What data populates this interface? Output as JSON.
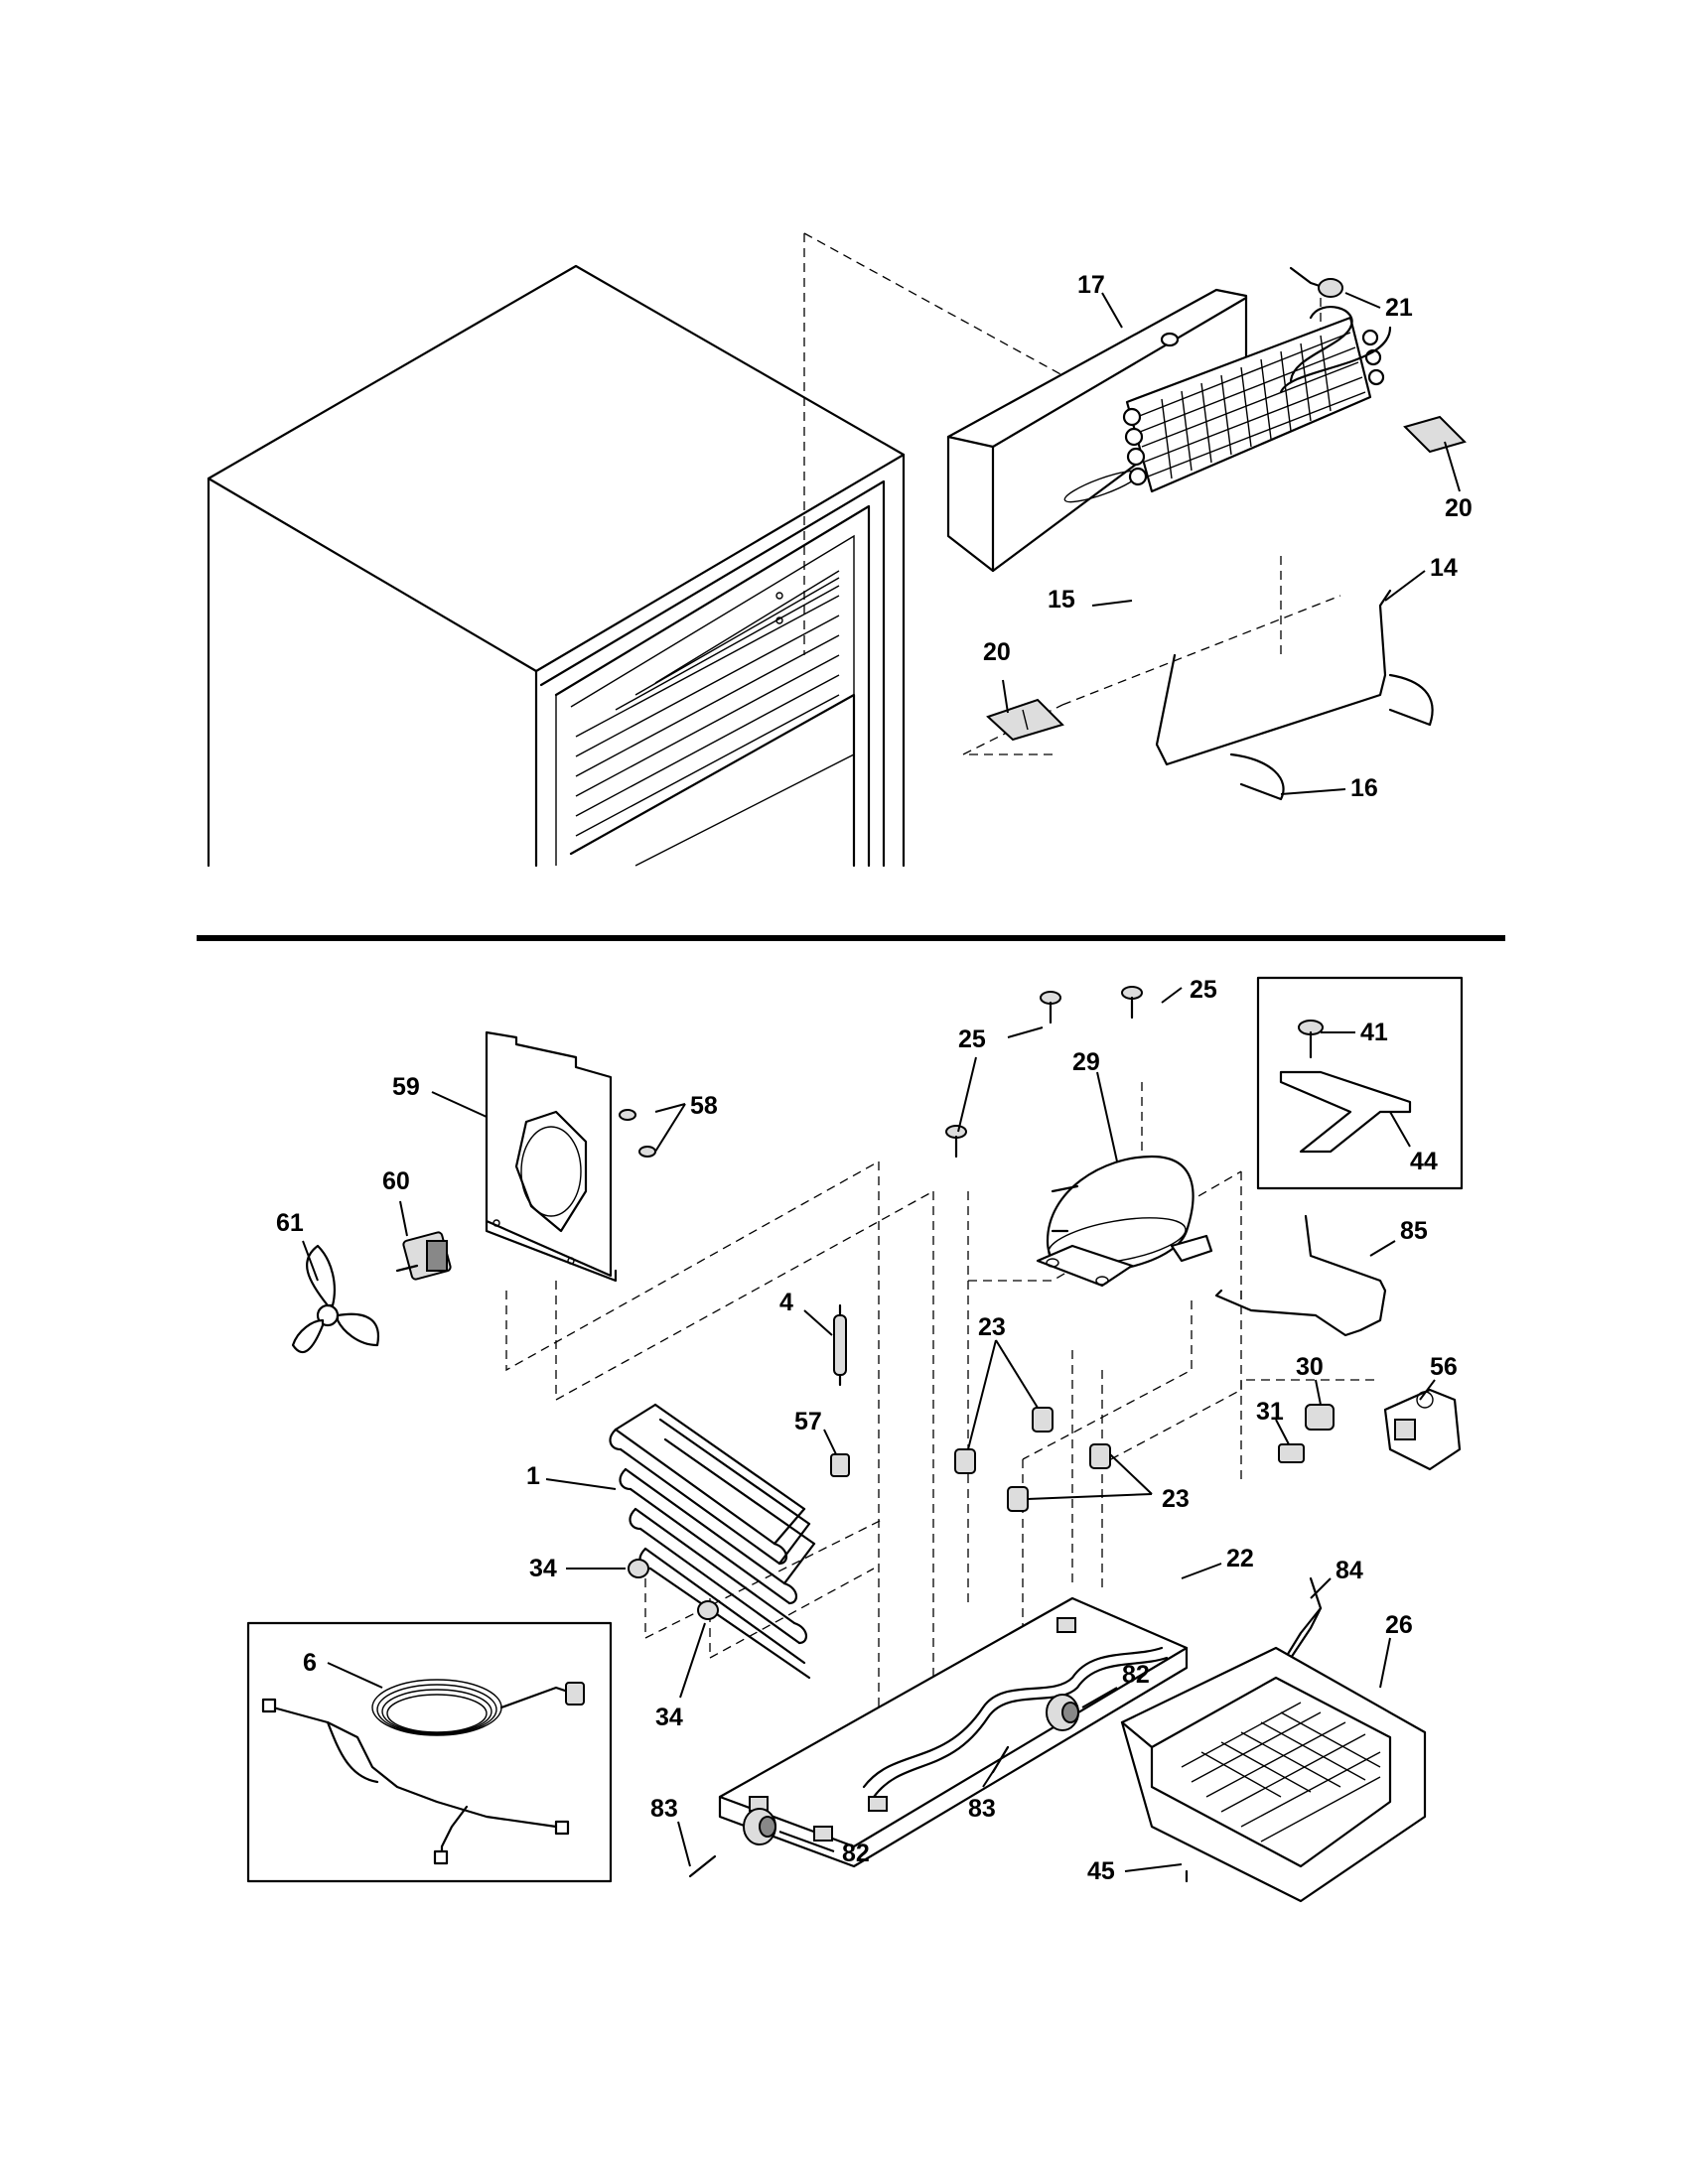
{
  "callouts": {
    "c17": "17",
    "c21": "21",
    "c20a": "20",
    "c14": "14",
    "c15": "15",
    "c20b": "20",
    "c16": "16",
    "c25a": "25",
    "c25b": "25",
    "c41": "41",
    "c44": "44",
    "c29": "29",
    "c59": "59",
    "c58": "58",
    "c60": "60",
    "c61": "61",
    "c85": "85",
    "c4": "4",
    "c23a": "23",
    "c56": "56",
    "c30": "30",
    "c31": "31",
    "c57": "57",
    "c1": "1",
    "c23b": "23",
    "c22": "22",
    "c34a": "34",
    "c84": "84",
    "c26": "26",
    "c6": "6",
    "c34b": "34",
    "c82a": "82",
    "c83a": "83",
    "c83b": "83",
    "c82b": "82",
    "c45": "45"
  }
}
